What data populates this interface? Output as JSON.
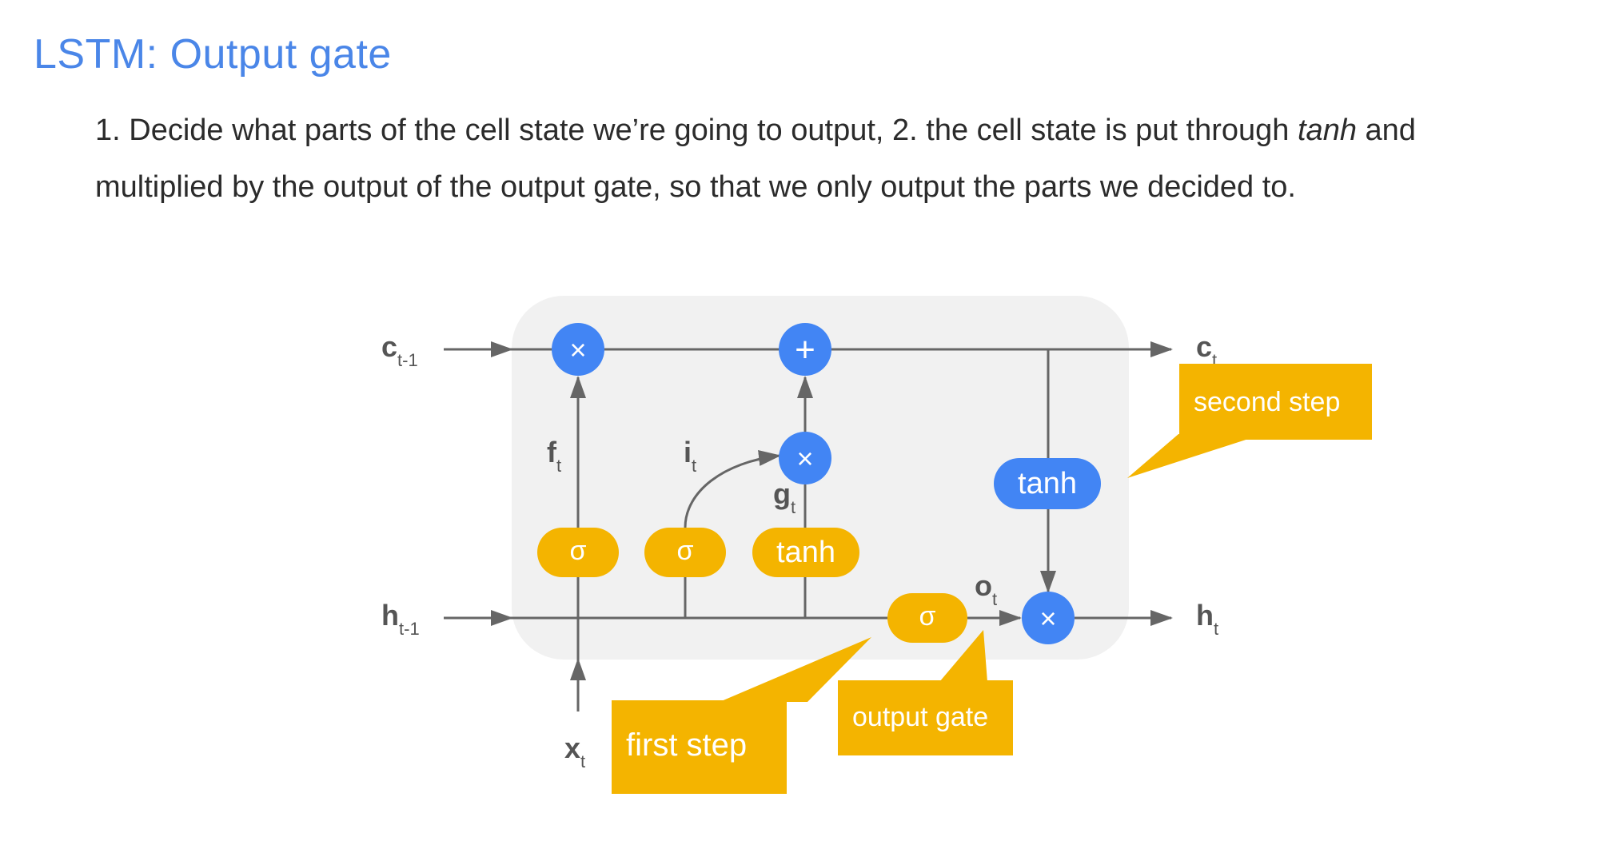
{
  "slide": {
    "title": "LSTM: Output gate",
    "text_part1": "1. Decide what parts of the cell state we’re going to output, 2. the cell state is put through ",
    "text_emph": "tanh",
    "text_part2": " and multiplied by the output of the output gate, so that we only output the parts we decided to."
  },
  "colors": {
    "title": "#4a86e8",
    "blue_node": "#4285f4",
    "yellow_node": "#f4b400",
    "cell_bg": "#f1f1f1",
    "line": "#666666"
  },
  "diagram": {
    "inputs": {
      "c_prev": {
        "main": "c",
        "sub": "t-1"
      },
      "h_prev": {
        "main": "h",
        "sub": "t-1"
      },
      "x": {
        "main": "x",
        "sub": "t"
      }
    },
    "outputs": {
      "c": {
        "main": "c",
        "sub": "t"
      },
      "h": {
        "main": "h",
        "sub": "t"
      }
    },
    "gate_labels": {
      "f": {
        "main": "f",
        "sub": "t"
      },
      "i": {
        "main": "i",
        "sub": "t"
      },
      "g": {
        "main": "g",
        "sub": "t"
      },
      "o": {
        "main": "o",
        "sub": "t"
      }
    },
    "nodes": {
      "multiply": "×",
      "add": "+",
      "sigma": "σ",
      "tanh": "tanh"
    },
    "callouts": {
      "first_step": "first step",
      "second_step": "second step",
      "output_gate": "output gate"
    }
  }
}
